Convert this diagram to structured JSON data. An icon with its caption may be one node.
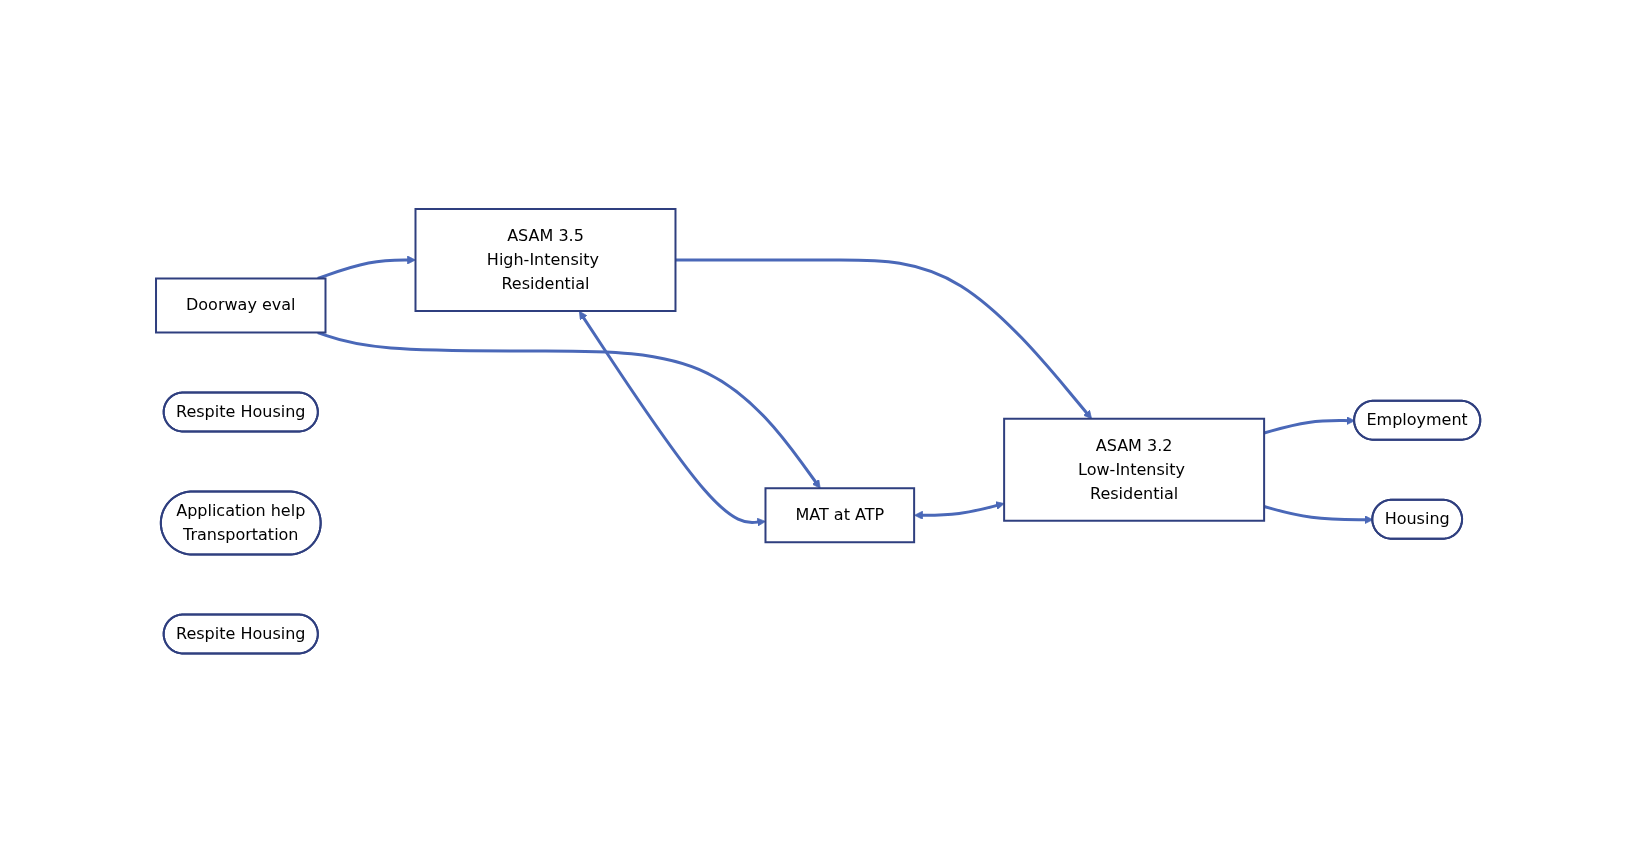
{
  "diagram": {
    "nodes": [
      {
        "text": [
          "Doorway eval"
        ]
      },
      {
        "text": [
          "Respite Housing"
        ]
      },
      {
        "text": [
          "Application help",
          "Transportation"
        ]
      },
      {
        "text": [
          "ASAM 3.5",
          "High-Intensity Residential"
        ]
      },
      {
        "text": [
          "Respite Housing"
        ]
      },
      {
        "text": [
          "MAT at ATP"
        ]
      },
      {
        "text": [
          "ASAM 3.2",
          "Low-Intensity Residential"
        ]
      },
      {
        "text": [
          "Employment"
        ]
      },
      {
        "text": [
          "Housing"
        ]
      }
    ],
    "edges": [
      {
        "from": 0,
        "to": 3,
        "arrow": "to"
      },
      {
        "from": 0,
        "to": 5,
        "arrow": "to"
      },
      {
        "from": 3,
        "to": 5,
        "arrow": "both"
      },
      {
        "from": 3,
        "to": 6,
        "arrow": "to"
      },
      {
        "from": 5,
        "to": 6,
        "arrow": "both"
      },
      {
        "from": 6,
        "to": 7,
        "arrow": "to"
      },
      {
        "from": 6,
        "to": 8,
        "arrow": "to"
      }
    ]
  }
}
